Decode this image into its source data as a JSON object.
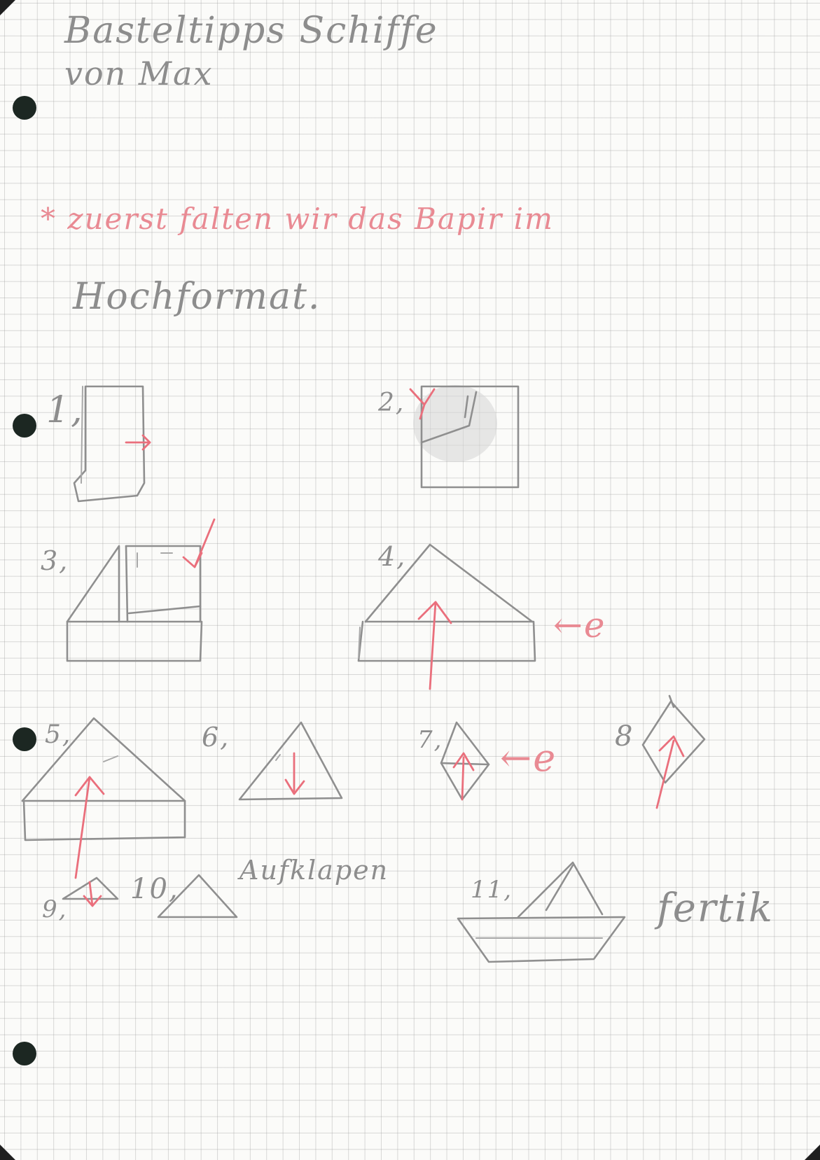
{
  "title": {
    "line1": "Basteltipps Schiffe",
    "line2": "von Max"
  },
  "instruction": {
    "line1": "* zuerst falten wir das Bapir im",
    "line2": "Hochformat."
  },
  "steps": [
    {
      "label": "1,"
    },
    {
      "label": "2,"
    },
    {
      "label": "3,"
    },
    {
      "label": "4,"
    },
    {
      "label": "5,"
    },
    {
      "label": "6,"
    },
    {
      "label": "7,"
    },
    {
      "label": "8"
    },
    {
      "label": "9,"
    },
    {
      "label": "10,"
    },
    {
      "label": "11,"
    }
  ],
  "annotations": {
    "step4_arrow": "←e",
    "step7_arrow": "←e",
    "unfold": "Aufklapen",
    "done": "fertik"
  },
  "colors": {
    "pencil": "#8f8f8f",
    "red_pen": "#ea6f7c",
    "paper": "#fbfbf9",
    "grid": "#969696",
    "punch_holes": "#1c2722"
  }
}
